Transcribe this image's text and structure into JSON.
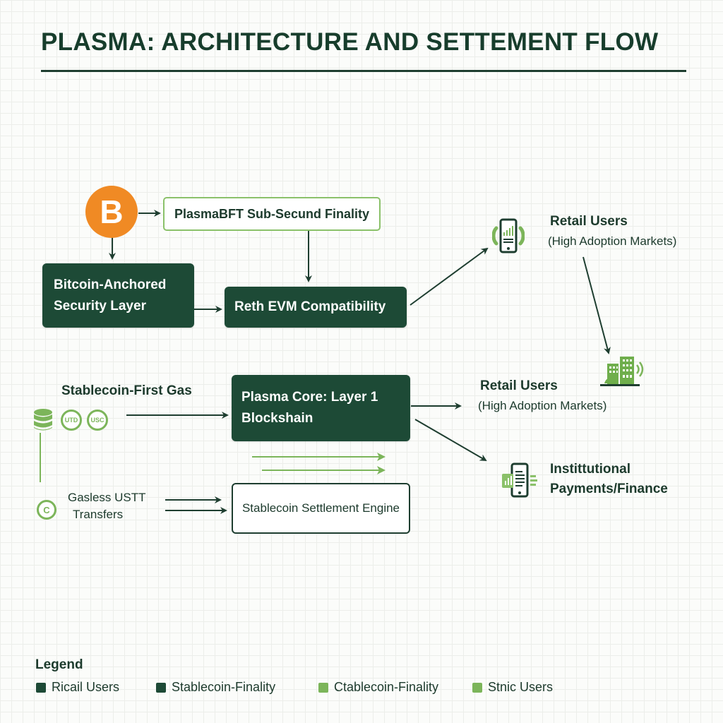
{
  "title": "PLASMA: ARCHITECTURE AND SETTEMENT FLOW",
  "colors": {
    "dark_green": "#1d4a36",
    "light_green": "#7cb55a",
    "bitcoin_orange": "#f08a24",
    "text": "#1c3a2c"
  },
  "nodes": {
    "bitcoin": {
      "icon": "bitcoin-icon",
      "glyph": "B"
    },
    "plasmabft": {
      "label": "PlasmaBFT Sub-Secund Finality"
    },
    "bitcoin_anchored": {
      "line1": "Bitcoin-Anchored",
      "line2": "Security Layer"
    },
    "reth_evm": {
      "label": "Reth EVM Compatibility"
    },
    "retail_top": {
      "icon": "mobile-chart-icon",
      "title": "Retail Users",
      "subtitle": "(High Adoption Markets)"
    },
    "buildings": {
      "icon": "buildings-icon"
    },
    "stablecoin_gas": {
      "label": "Stablecoin-First Gas",
      "icons": [
        "coin-stack-icon",
        "usdt-coin-icon",
        "usdc-coin-icon"
      ],
      "coin1_text": "UTD",
      "coin2_text": "USC"
    },
    "plasma_core": {
      "line1": "Plasma Core: Layer 1",
      "line2": "Blockshain"
    },
    "retail_mid": {
      "title": "Retail Users",
      "subtitle": "(High Adoption Markets)"
    },
    "institutional": {
      "icon": "mobile-document-icon",
      "line1": "Instittutional",
      "line2": "Payments/Finance"
    },
    "gasless": {
      "icon": "copyright-coin-icon",
      "glyph": "C",
      "line1": "Gasless USTT",
      "line2": "Transfers"
    },
    "settlement": {
      "label": "Stablecoin Settlement Engine"
    }
  },
  "legend": {
    "title": "Legend",
    "items": [
      {
        "label": "Ricail Users",
        "color": "#1d4a36"
      },
      {
        "label": "Stablecoin-Finality",
        "color": "#1d4a36"
      },
      {
        "label": "Ctablecoin-Finality",
        "color": "#7cb55a"
      },
      {
        "label": "Stnic Users",
        "color": "#7cb55a"
      }
    ]
  }
}
